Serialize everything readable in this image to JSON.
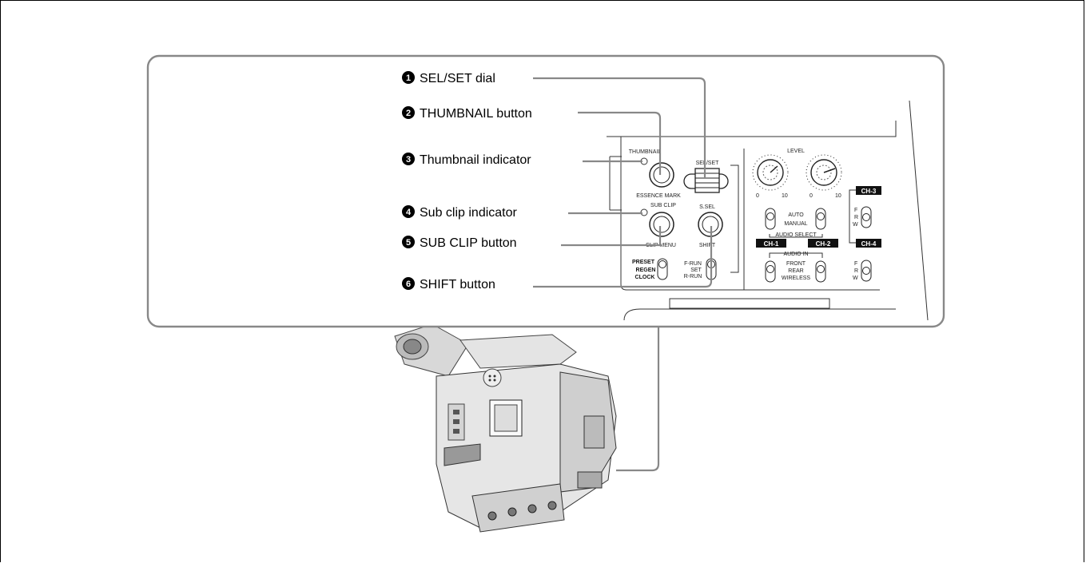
{
  "callouts": [
    {
      "number": "1",
      "label": "SEL/SET dial"
    },
    {
      "number": "2",
      "label": "THUMBNAIL button"
    },
    {
      "number": "3",
      "label": "Thumbnail indicator"
    },
    {
      "number": "4",
      "label": "Sub clip indicator"
    },
    {
      "number": "5",
      "label": "SUB CLIP button"
    },
    {
      "number": "6",
      "label": "SHIFT button"
    }
  ],
  "panel": {
    "thumbnail": "THUMBNAIL",
    "essence_mark": "ESSENCE MARK",
    "sub_clip": "SUB CLIP",
    "clip_menu": "CLIP MENU",
    "sel_set": "SEL/SET",
    "s_sel": "S.SEL",
    "shift": "SHIFT",
    "preset": "PRESET",
    "regen": "REGEN",
    "clock": "CLOCK",
    "f_run": "F-RUN",
    "set": "SET",
    "r_run": "R-RUN",
    "level": "LEVEL",
    "zero_left": "0",
    "ten_left": "10",
    "zero_right": "0",
    "ten_right": "10",
    "auto": "AUTO",
    "manual": "MANUAL",
    "audio_select": "AUDIO SELECT",
    "ch1": "CH-1",
    "ch2": "CH-2",
    "ch3": "CH-3",
    "ch4": "CH-4",
    "audio_in": "AUDIO IN",
    "front": "FRONT",
    "rear": "REAR",
    "wireless": "WIRELESS",
    "f": "F",
    "r": "R",
    "w": "W"
  }
}
